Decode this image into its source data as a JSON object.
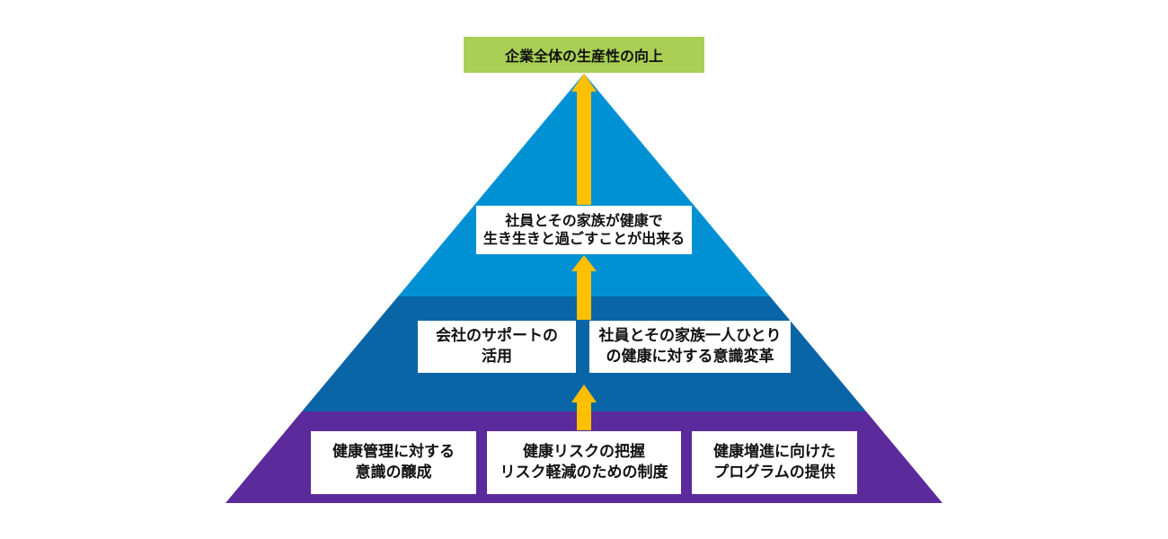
{
  "goal": {
    "label": "企業全体の生産性の向上"
  },
  "top_box": {
    "line1": "社員とその家族が健康で",
    "line2": "生き生きと過ごすことが出来る"
  },
  "middle": {
    "left": {
      "line1": "会社のサポートの",
      "line2": "活用"
    },
    "right": {
      "line1": "社員とその家族一人ひとり",
      "line2": "の健康に対する意識変革"
    }
  },
  "bottom": {
    "left": {
      "line1": "健康管理に対する",
      "line2": "意識の醸成"
    },
    "center": {
      "line1": "健康リスクの把握",
      "line2": "リスク軽減のための制度"
    },
    "right": {
      "line1": "健康増進に向けた",
      "line2": "プログラムの提供"
    }
  },
  "colors": {
    "top_tier": "#0091d5",
    "middle_tier": "#0a65a6",
    "bottom_tier": "#5b2a9b",
    "goal_box": "#a9cf54",
    "arrow": "#ffc000"
  }
}
